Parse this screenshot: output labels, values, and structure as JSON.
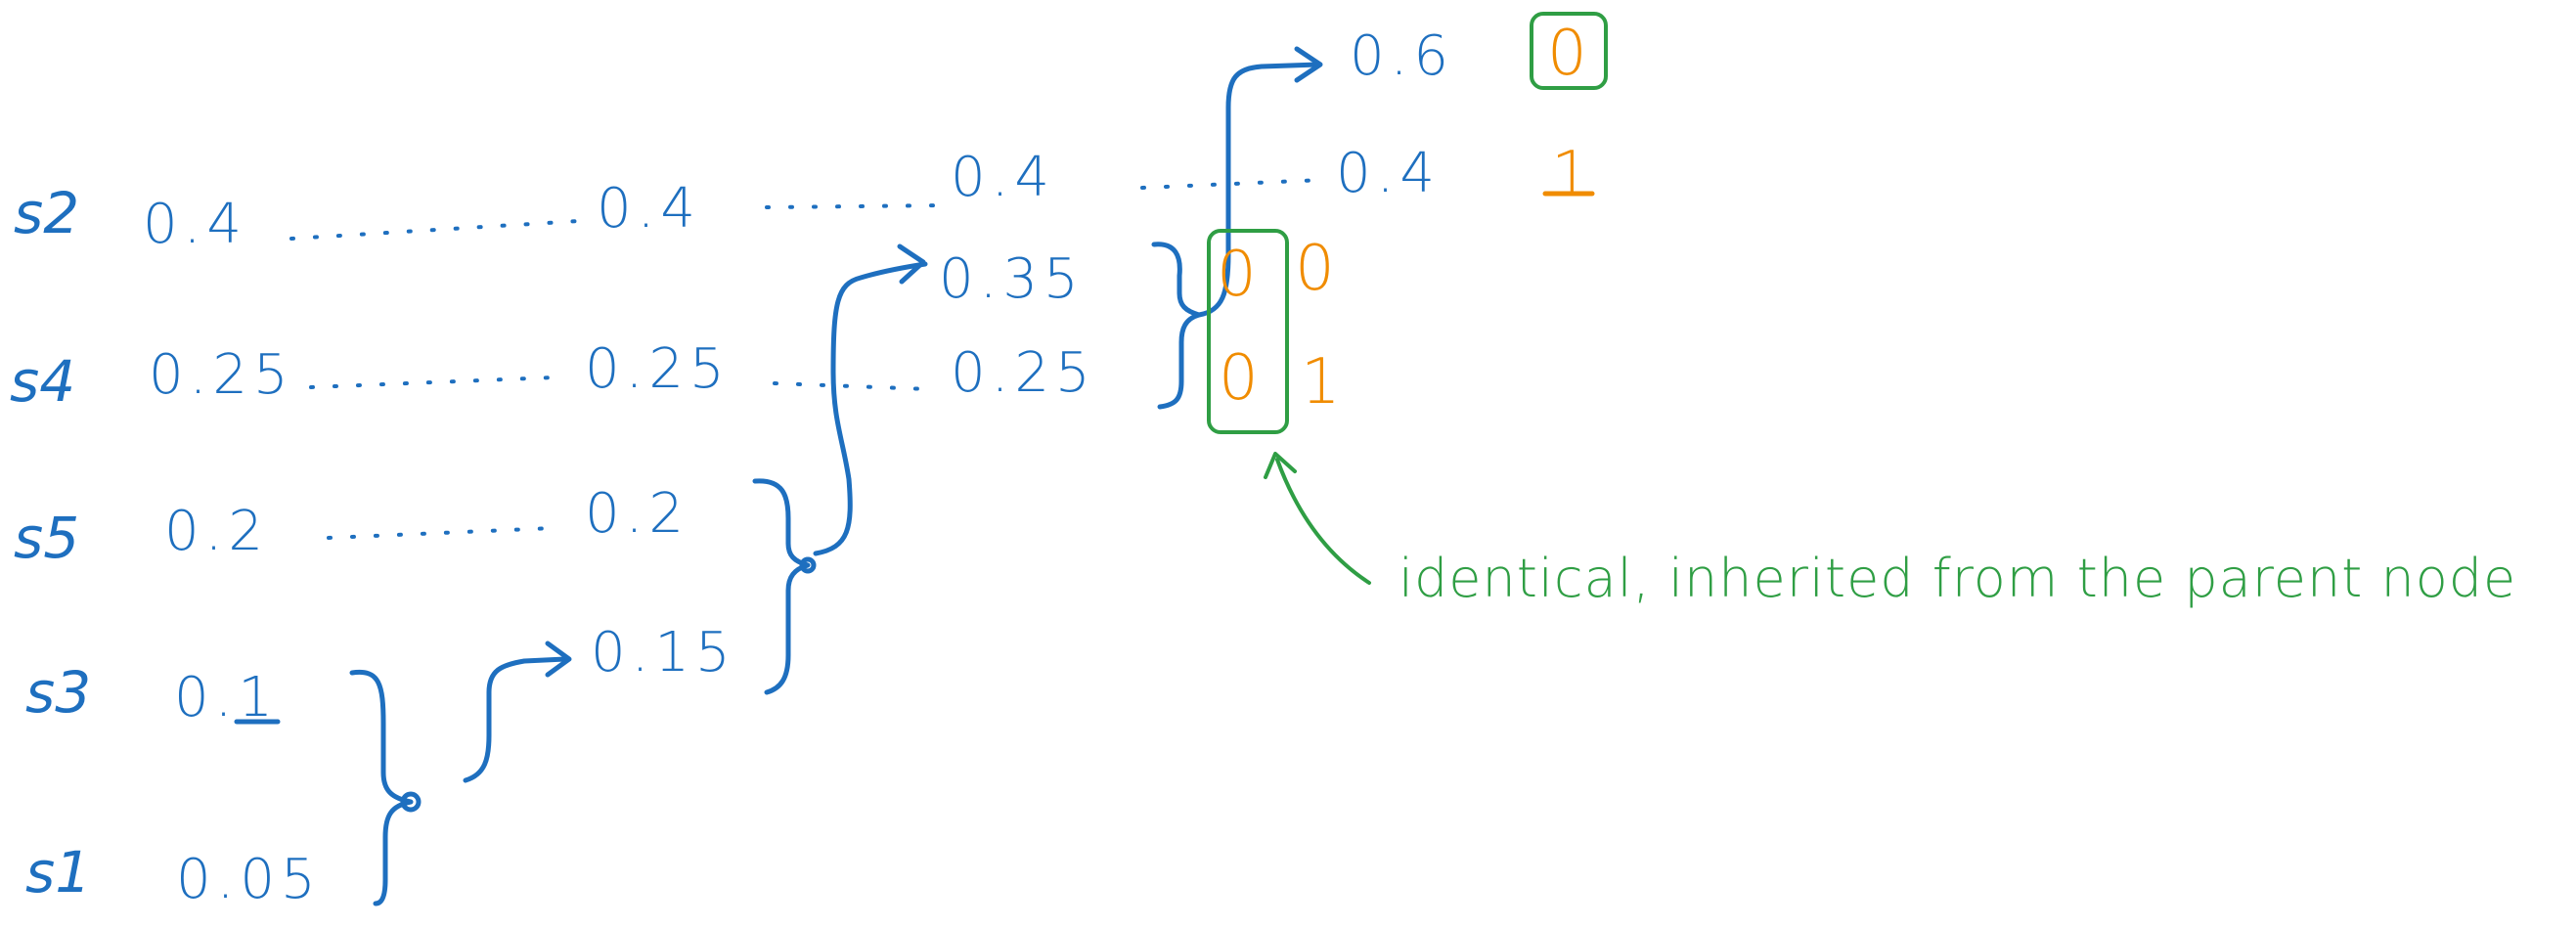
{
  "symbols": [
    {
      "label": "s2"
    },
    {
      "label": "s4"
    },
    {
      "label": "s5"
    },
    {
      "label": "s3"
    },
    {
      "label": "s1"
    }
  ],
  "initial_probs": [
    "0.4",
    "0.25",
    "0.2",
    "0.1",
    "0.05"
  ],
  "merge1": {
    "result": "0.15",
    "carried": [
      "0.4",
      "0.25",
      "0.2"
    ]
  },
  "merge2": {
    "result": "0.35",
    "carried": [
      "0.4",
      "0.25"
    ]
  },
  "merge3": {
    "top": "0.6",
    "bottom": "0.4"
  },
  "codes": {
    "top_bit": "0",
    "bottom_bit": "1",
    "inner_parent_bits": [
      "0",
      "0"
    ],
    "inner_child_bits": [
      "0",
      "1"
    ]
  },
  "annotation": "identical, inherited from the parent node",
  "colors": {
    "blue": "#1e6fbf",
    "orange": "#f08c00",
    "green": "#2f9e44"
  }
}
